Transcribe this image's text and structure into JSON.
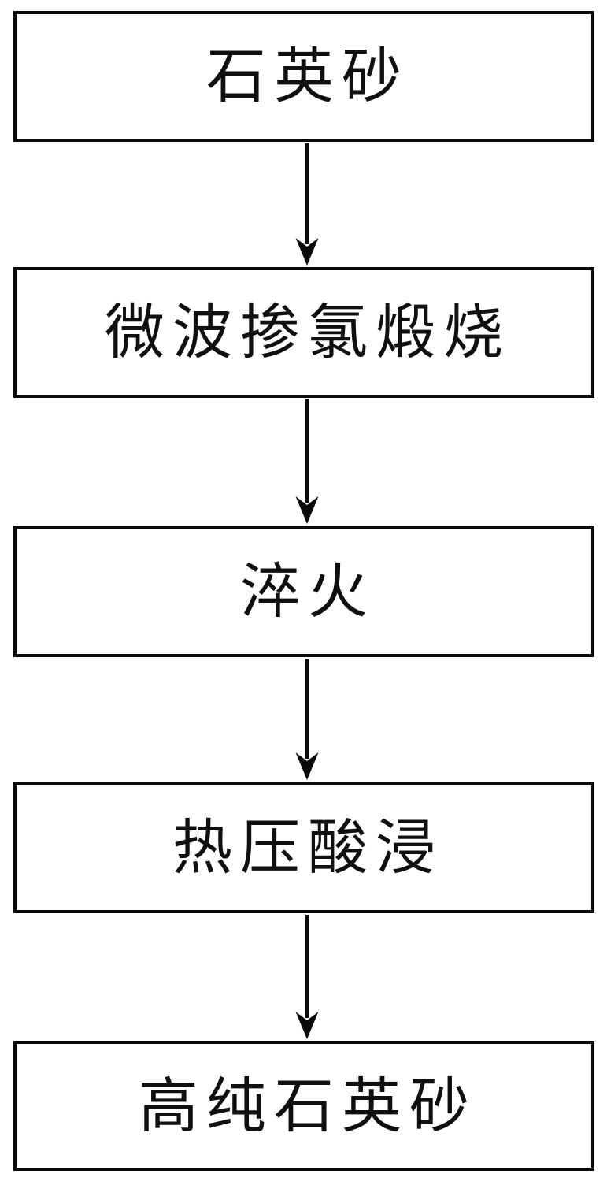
{
  "diagram": {
    "type": "process-flowchart",
    "orientation": "vertical-top-to-bottom",
    "background_color": "#ffffff",
    "line_color": "#0a0a0a",
    "text_color": "#101010",
    "nodes": [
      {
        "id": "node-1",
        "label": "石英砂",
        "shape": "rectangle"
      },
      {
        "id": "node-2",
        "label": "微波掺氯煅烧",
        "shape": "rectangle"
      },
      {
        "id": "node-3",
        "label": "淬火",
        "shape": "rectangle"
      },
      {
        "id": "node-4",
        "label": "热压酸浸",
        "shape": "rectangle"
      },
      {
        "id": "node-5",
        "label": "高纯石英砂",
        "shape": "rectangle"
      }
    ],
    "connectors": [
      {
        "id": "conn-1",
        "from": "node-1",
        "to": "node-2",
        "style": "arrow-down",
        "label": ""
      },
      {
        "id": "conn-2",
        "from": "node-2",
        "to": "node-3",
        "style": "arrow-down",
        "label": ""
      },
      {
        "id": "conn-3",
        "from": "node-3",
        "to": "node-4",
        "style": "arrow-down",
        "label": ""
      },
      {
        "id": "conn-4",
        "from": "node-4",
        "to": "node-5",
        "style": "arrow-down",
        "label": ""
      }
    ]
  }
}
